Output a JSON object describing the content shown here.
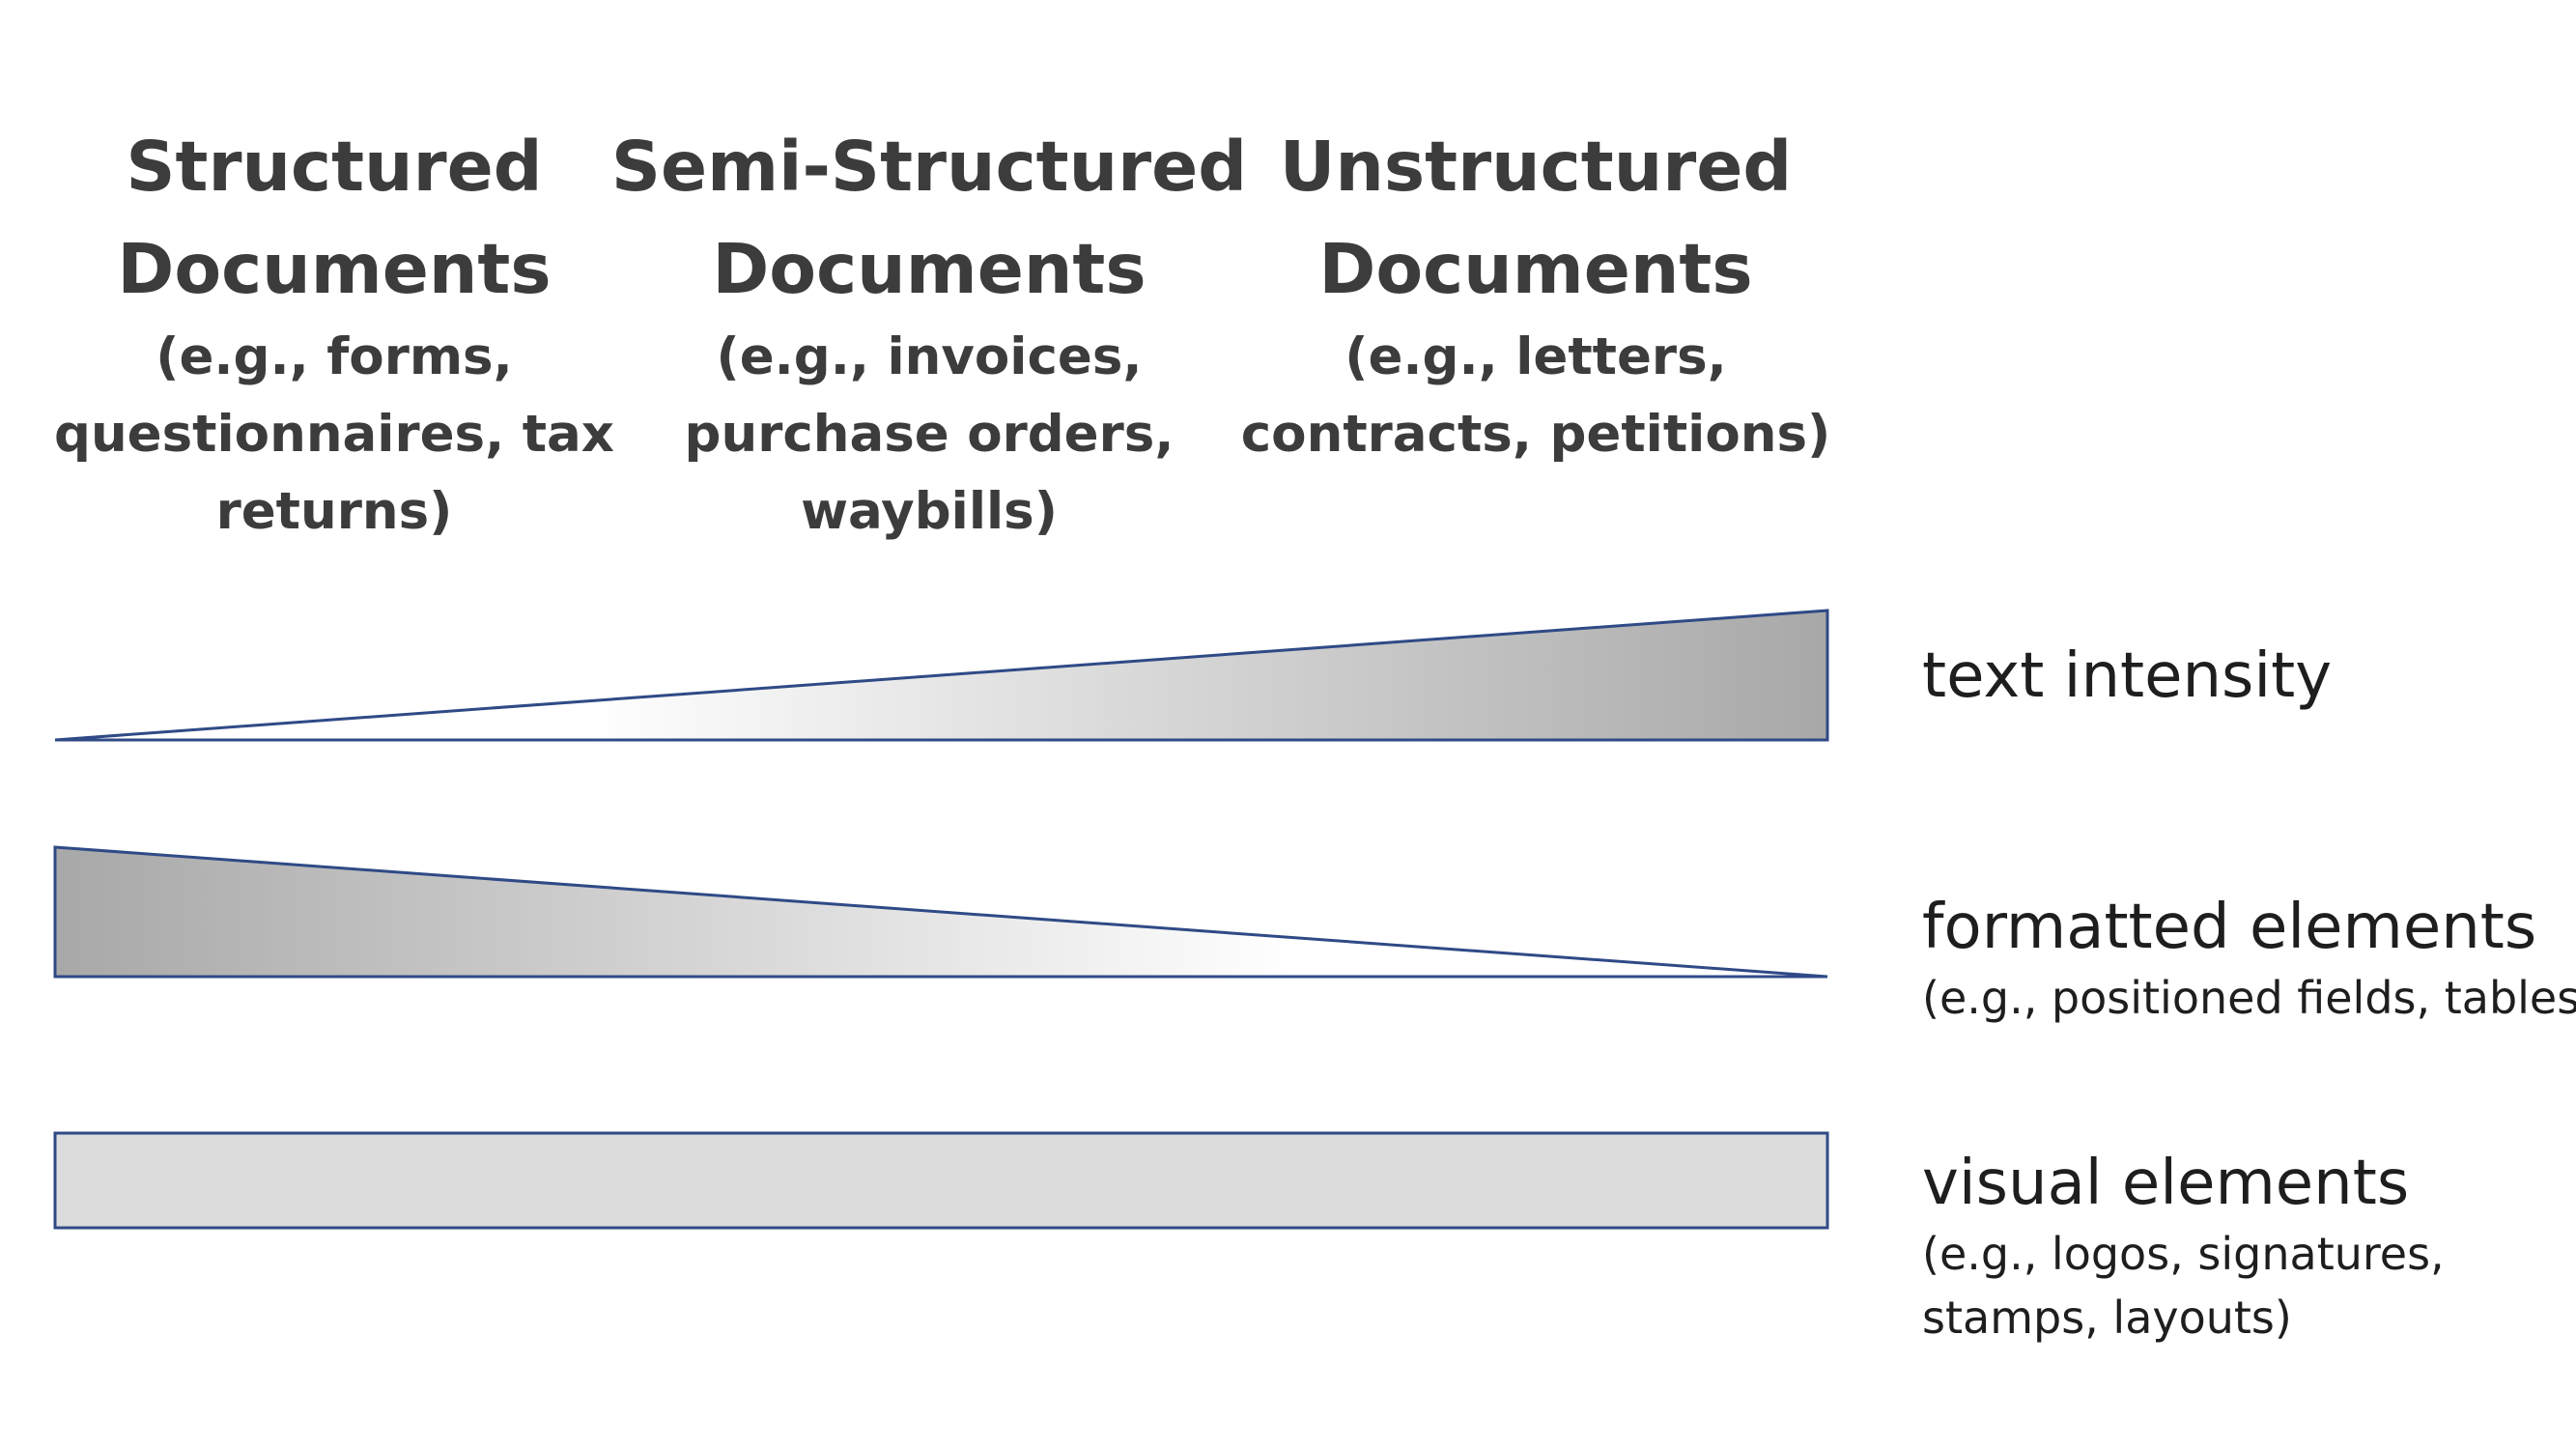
{
  "columns": [
    {
      "title_lines": [
        "Structured",
        "Documents"
      ],
      "sub_lines": [
        "(e.g., forms,",
        "questionnaires, tax",
        "returns)"
      ]
    },
    {
      "title_lines": [
        "Semi-Structured",
        "Documents"
      ],
      "sub_lines": [
        "(e.g., invoices,",
        "purchase orders,",
        "waybills)"
      ]
    },
    {
      "title_lines": [
        "Unstructured",
        "Documents"
      ],
      "sub_lines": [
        "(e.g., letters,",
        "contracts, petitions)"
      ]
    }
  ],
  "rows": [
    {
      "label": "text intensity",
      "sub_lines": [],
      "trend": "increasing"
    },
    {
      "label": "formatted elements",
      "sub_lines": [
        "(e.g., positioned fields, tables)"
      ],
      "trend": "decreasing"
    },
    {
      "label": "visual elements",
      "sub_lines": [
        "(e.g., logos, signatures,",
        "stamps, layouts)"
      ],
      "trend": "constant"
    }
  ],
  "colors": {
    "outline": "#2f4a86",
    "fill_dark": "#a8a8a8",
    "fill_light": "#ffffff",
    "fill_constant": "#dcdcdd",
    "heading_text": "#3c3c3c",
    "label_text": "#1e1e1e"
  }
}
